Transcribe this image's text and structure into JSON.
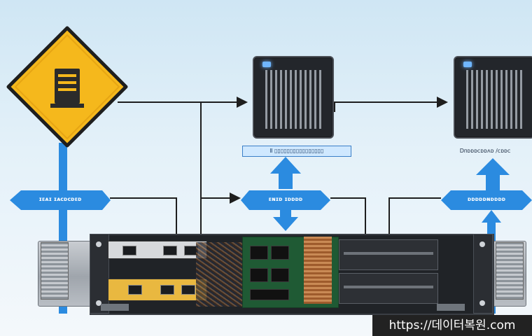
{
  "labels": {
    "server_a": "Ⅱ ▯▯▯▯▯▯▯▯▯▯▯▯▯▯▯▯",
    "server_b": "Dᴨᴅᴅᴅᴄᴅᴅᴧᴅ /ᴄᴅᴅᴄ",
    "left_arrow": "ɪᴇᴀɪ ɪᴀᴄᴅᴄᴅᴇᴅ",
    "middle_arrow": "ᴇɴɪᴅ ɪᴅᴅᴅᴅ",
    "right_arrow": "ᴅᴅᴅᴅᴅɴᴅᴅᴅᴅ"
  },
  "watermark": "https://데이터복원.com",
  "colors": {
    "arrow_blue": "#2b8be0",
    "warning_yellow": "#f5b81c",
    "line_dark": "#1e1e1e",
    "server_body": "#23262b"
  },
  "icons": {
    "warning": "warning-diamond-icon",
    "server": "server-icon"
  }
}
